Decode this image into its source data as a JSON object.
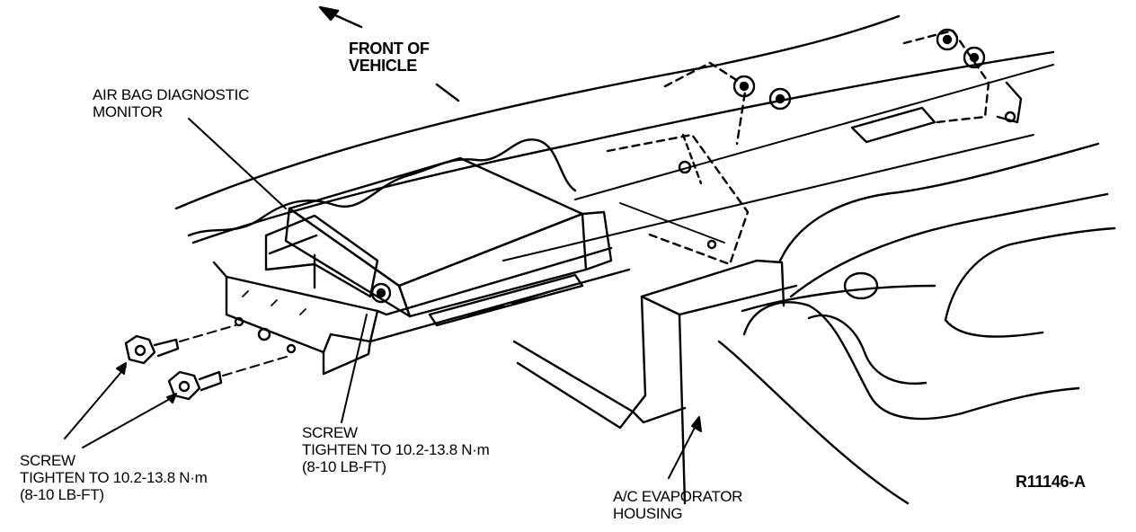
{
  "callouts": {
    "front_of_vehicle": [
      "FRONT OF",
      "VEHICLE"
    ],
    "diagnostic_monitor": [
      "AIR BAG DIAGNOSTIC",
      "MONITOR"
    ],
    "screws_left": [
      "SCREW",
      "TIGHTEN TO 10.2-13.8 N·m",
      "(8-10 LB-FT)"
    ],
    "screw_center": [
      "SCREW",
      "TIGHTEN TO 10.2-13.8 N·m",
      "(8-10 LB-FT)"
    ],
    "evaporator_housing": [
      "A/C EVAPORATOR",
      "HOUSING"
    ]
  },
  "figure_id": "R11146-A",
  "colors": {
    "ink": "#000000",
    "paper": "#ffffff"
  }
}
